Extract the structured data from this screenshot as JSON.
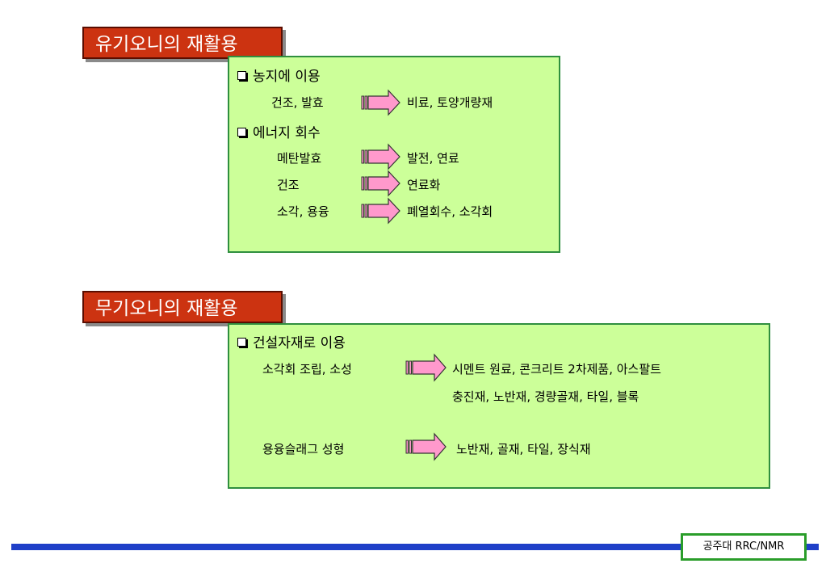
{
  "section1": {
    "title": "유기오니의 재활용",
    "group1": {
      "heading": "농지에 이용",
      "rows": [
        {
          "from": "건조, 발효",
          "to": "비료, 토양개량재"
        }
      ]
    },
    "group2": {
      "heading": "에너지 회수",
      "rows": [
        {
          "from": "메탄발효",
          "to": "발전, 연료"
        },
        {
          "from": "건조",
          "to": "연료화"
        },
        {
          "from": "소각, 용융",
          "to": "폐열회수, 소각회"
        }
      ]
    }
  },
  "section2": {
    "title": "무기오니의 재활용",
    "group1": {
      "heading": "건설자재로 이용",
      "rows": [
        {
          "from": "소각회 조립, 소성",
          "to": "시멘트 원료, 콘크리트 2차제품, 아스팔트",
          "to2": "충진재, 노반재, 경량골재, 타일, 블록"
        },
        {
          "from": "용융슬래그 성형",
          "to": "노반재, 골재, 타일, 장식재"
        }
      ]
    }
  },
  "footer": {
    "label": "공주대 RRC/NMR"
  },
  "colors": {
    "title_bg": "#cc3311",
    "panel_bg": "#ccff99",
    "panel_border": "#2f8f3f",
    "arrow_fill": "#ff99cc",
    "bar": "#1f3fc8",
    "footer_border": "#2a9d2a"
  }
}
